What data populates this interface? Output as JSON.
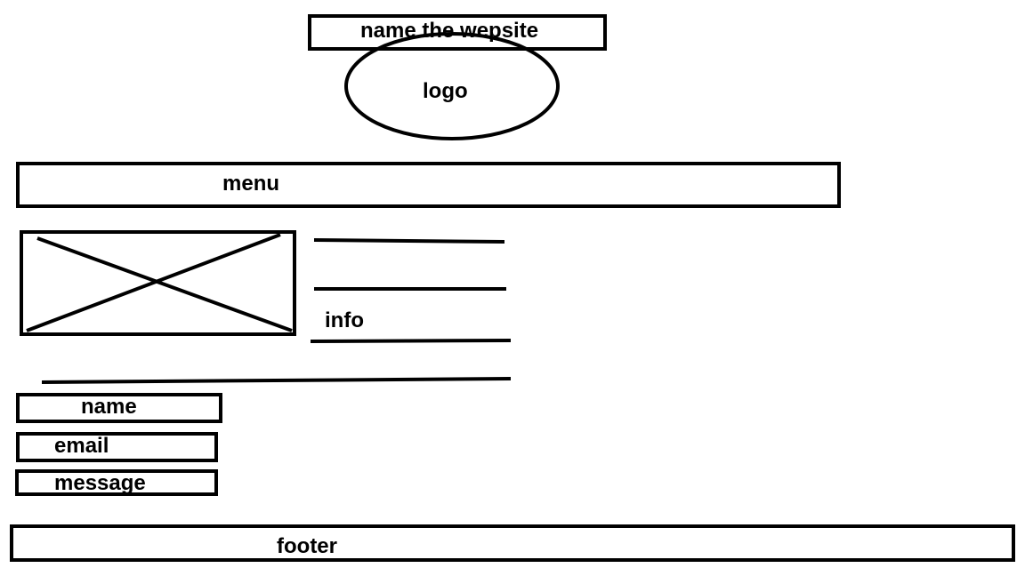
{
  "header": {
    "site_name": "name the wepsite",
    "logo": "logo"
  },
  "menu": {
    "label": "menu"
  },
  "content": {
    "info_label": "info"
  },
  "form": {
    "name_label": "name",
    "email_label": "email",
    "message_label": "message"
  },
  "footer": {
    "label": "footer"
  },
  "colors": {
    "stroke": "#000000",
    "background": "#ffffff"
  }
}
